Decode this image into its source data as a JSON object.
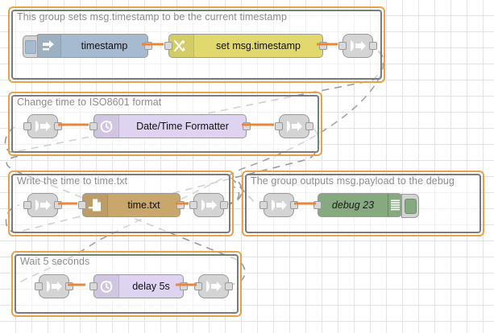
{
  "app": {
    "name": "Node-RED flow editor canvas",
    "canvas": {
      "grid": "20px",
      "background": "#ffffff"
    }
  },
  "colors": {
    "group_border": "#e8a34a",
    "group_inner_border": "#7b7b7b",
    "wire": "#e8873c",
    "link_wire": "#999999",
    "inject_node": "#a6bbcf",
    "change_node": "#e2d96e",
    "datetime_node": "#ded3f1",
    "file_node": "#c9a76c",
    "debug_node": "#87a980",
    "link_node": "#d4d4d4",
    "label_text": "#8d8d8d"
  },
  "groups": [
    {
      "id": "group-timestamp",
      "label": "This group sets msg.timestamp to be the current timestamp",
      "nodes": [
        {
          "id": "inject-timestamp",
          "type": "inject",
          "label": "timestamp",
          "icon": "inject-arrow-icon",
          "has_button": true
        },
        {
          "id": "change-set-timestamp",
          "type": "change",
          "label": "set msg.timestamp",
          "icon": "change-shuffle-icon"
        },
        {
          "id": "link-out-1",
          "type": "link-out",
          "label": "",
          "icon": "link-out-icon"
        }
      ]
    },
    {
      "id": "group-iso8601",
      "label": "Change time to ISO8601 format",
      "nodes": [
        {
          "id": "link-in-2",
          "type": "link-in",
          "label": "",
          "icon": "link-in-icon"
        },
        {
          "id": "datetime-formatter",
          "type": "date-time",
          "label": "Date/Time Formatter",
          "icon": "clock-icon"
        },
        {
          "id": "link-out-2",
          "type": "link-out",
          "label": "",
          "icon": "link-out-icon"
        }
      ]
    },
    {
      "id": "group-write-file",
      "label": "Write the time to time.txt",
      "nodes": [
        {
          "id": "link-in-3",
          "type": "link-in",
          "label": "",
          "icon": "link-in-icon"
        },
        {
          "id": "file-time-txt",
          "type": "file",
          "label": "time.txt",
          "icon": "file-write-icon"
        },
        {
          "id": "link-out-3",
          "type": "link-out",
          "label": "",
          "icon": "link-out-icon"
        }
      ]
    },
    {
      "id": "group-debug",
      "label": "The group outputs msg.payload to the debug",
      "nodes": [
        {
          "id": "link-in-4",
          "type": "link-in",
          "label": "",
          "icon": "link-in-icon"
        },
        {
          "id": "debug-23",
          "type": "debug",
          "label": "debug 23",
          "icon": "debug-bars-icon",
          "toggle": "enabled"
        }
      ]
    },
    {
      "id": "group-delay",
      "label": "Wait 5 seconds",
      "nodes": [
        {
          "id": "link-in-5",
          "type": "link-in",
          "label": "",
          "icon": "link-in-icon"
        },
        {
          "id": "delay-5s",
          "type": "delay",
          "label": "delay 5s",
          "icon": "clock-icon"
        },
        {
          "id": "link-out-5",
          "type": "link-out",
          "label": "",
          "icon": "link-out-icon"
        }
      ]
    }
  ]
}
